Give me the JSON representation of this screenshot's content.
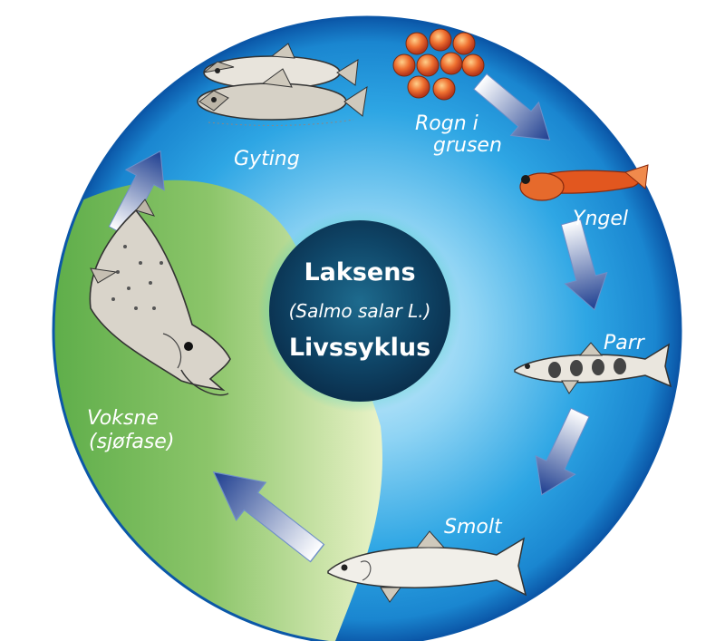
{
  "center": {
    "title": "Laksens",
    "subtitle": "(Salmo salar L.)",
    "title2": "Livssyklus"
  },
  "stages": {
    "spawning": "Gyting",
    "eggs_line1": "Rogn i",
    "eggs_line2": "grusen",
    "alevin": "Yngel",
    "parr": "Parr",
    "smolt": "Smolt",
    "adult_line1": "Voksne",
    "adult_line2": "(sjøfase)"
  },
  "colors": {
    "ocean_blue": "#1aa0e0",
    "ring_dark_blue": "#0b57a8",
    "sea_green": "#5fb04a",
    "center_navy": "#0d3b5e",
    "egg_orange": "#e8652a",
    "alevin_orange": "#e2571f"
  },
  "icons": [
    "spawning-salmon-pair-icon",
    "egg-cluster-icon",
    "alevin-icon",
    "parr-fish-icon",
    "smolt-fish-icon",
    "adult-salmon-icon",
    "cycle-arrow-icon"
  ]
}
